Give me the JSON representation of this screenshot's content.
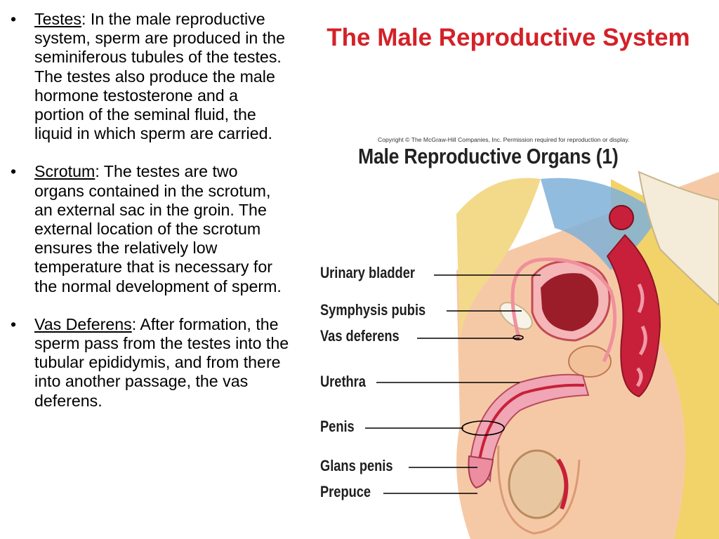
{
  "slide": {
    "title": "The Male Reproductive System",
    "bullets": [
      {
        "term": "Testes",
        "text": ": In the male reproductive system, sperm are produced in the seminiferous tubules of the testes. The testes also produce the male hormone testosterone and a portion of the seminal fluid, the liquid in which sperm are carried."
      },
      {
        "term": "Scrotum",
        "text": ": The testes are two organs contained in the scrotum, an external sac in the groin. The external location of the scrotum ensures the relatively low temperature that is necessary for the normal development of sperm."
      },
      {
        "term": "Vas Deferens",
        "text": ": After formation, the sperm pass from the testes into the tubular epididymis, and from there into another passage, the vas deferens."
      }
    ]
  },
  "figure": {
    "copyright": "Copyright © The McGraw-Hill Companies, Inc. Permission required for reproduction or display.",
    "title": "Male Reproductive Organs (1)",
    "labels": {
      "urinary_bladder": "Urinary bladder",
      "symphysis_pubis": "Symphysis pubis",
      "vas_deferens": "Vas deferens",
      "urethra": "Urethra",
      "penis": "Penis",
      "glans_penis": "Glans penis",
      "prepuce": "Prepuce"
    }
  },
  "colors": {
    "title": "#d42128",
    "skin": "#f6c9a6",
    "fat": "#f2d36a",
    "muscle": "#c8203a",
    "bladder": "#9b1d2a",
    "bone": "#f4ecd8",
    "water": "#7fb0d8"
  }
}
